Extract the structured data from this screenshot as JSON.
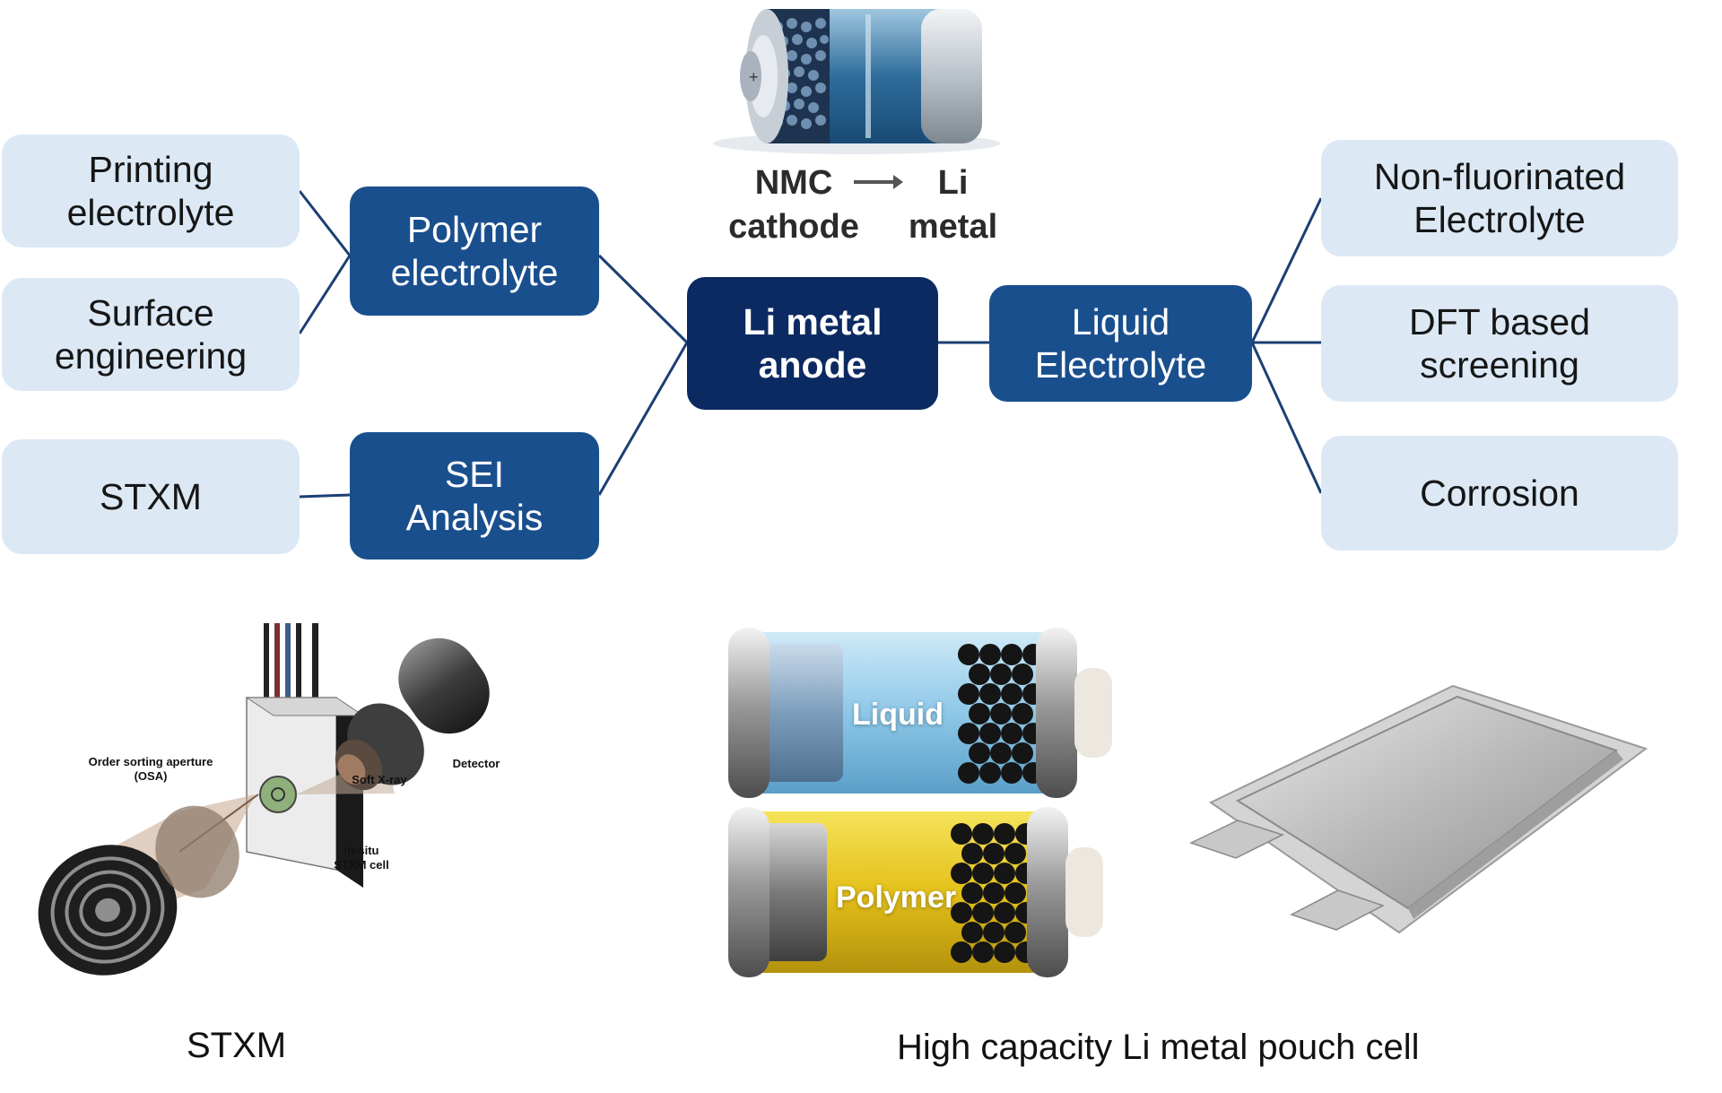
{
  "battery_graphic": {
    "from_label": [
      "NMC",
      "cathode"
    ],
    "to_label": [
      "Li",
      "metal"
    ],
    "arrow_icon": "arrow-right-icon",
    "plus_icon": "plus-icon"
  },
  "center": {
    "lines": [
      "Li metal",
      "anode"
    ]
  },
  "left_branches": {
    "polymer": {
      "lines": [
        "Polymer",
        "electrolyte"
      ]
    },
    "sei": {
      "lines": [
        "SEI",
        "Analysis"
      ]
    }
  },
  "left_leaves": {
    "printing": {
      "lines": [
        "Printing",
        "electrolyte"
      ]
    },
    "surface": {
      "lines": [
        "Surface",
        "engineering"
      ]
    },
    "stxm": {
      "lines": [
        "STXM"
      ]
    }
  },
  "right_branch": {
    "lines": [
      "Liquid",
      "Electrolyte"
    ]
  },
  "right_leaves": {
    "nonfluor": {
      "lines": [
        "Non-fluorinated",
        "Electrolyte"
      ]
    },
    "dft": {
      "lines": [
        "DFT based",
        "screening"
      ]
    },
    "corrosion": {
      "lines": [
        "Corrosion"
      ]
    }
  },
  "stxm_figure": {
    "osa_label": [
      "Order sorting aperture",
      "(OSA)"
    ],
    "soft_xray_label": "Soft X-ray",
    "detector_label": "Detector",
    "cell_label": [
      "In-situ",
      "STXM cell"
    ],
    "caption": "STXM"
  },
  "cells_figure": {
    "liquid_label": "Liquid",
    "polymer_label": "Polymer",
    "caption": "High capacity Li metal pouch cell"
  },
  "colors": {
    "leaf_fill": "#dce9f5",
    "branch_fill": "#1a4f8e",
    "center_fill": "#0c2a62",
    "connector": "#1b3f73"
  }
}
